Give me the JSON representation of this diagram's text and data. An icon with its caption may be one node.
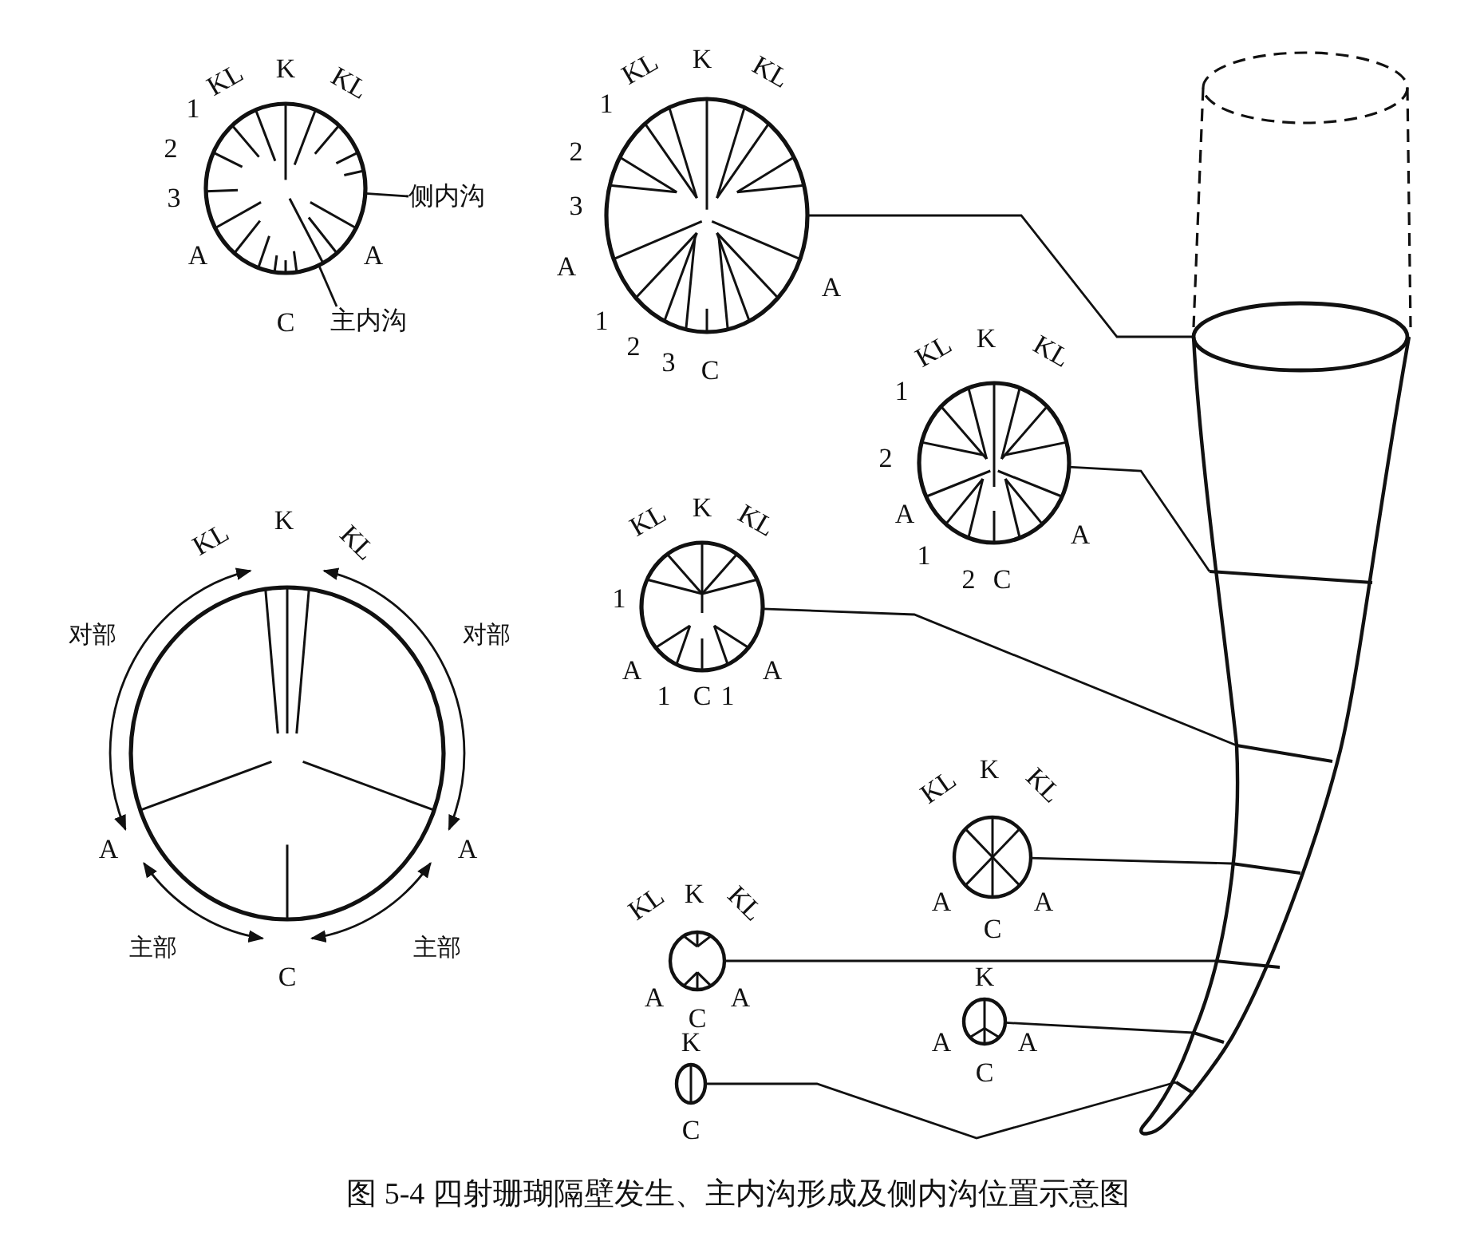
{
  "diagram": {
    "caption": "图 5-4 四射珊瑚隔壁发生、主内沟形成及侧内沟位置示意图",
    "nodes": [
      {
        "text": [],
        "shape": "circle",
        "beside": [
          "KL",
          "K",
          "KL",
          "1",
          "2",
          "3",
          "A",
          "A",
          "C"
        ]
      },
      {
        "text": [
          "侧内沟"
        ]
      },
      {
        "text": [
          "主内沟"
        ]
      },
      {
        "text": [],
        "shape": "circle",
        "beside": [
          "1",
          "KL",
          "K",
          "KL",
          "2",
          "3",
          "A",
          "A",
          "1",
          "2",
          "3",
          "C"
        ]
      },
      {
        "text": [],
        "shape": "circle",
        "beside": [
          "KL",
          "K",
          "KL",
          "1",
          "2",
          "A",
          "A",
          "1",
          "2",
          "C"
        ]
      },
      {
        "text": [],
        "shape": "circle",
        "beside": [
          "KL",
          "K",
          "KL",
          "1",
          "A",
          "A",
          "1",
          "C",
          "1"
        ]
      },
      {
        "text": [],
        "shape": "circle",
        "beside": [
          "KL",
          "K",
          "KL",
          "对部",
          "对部",
          "A",
          "A",
          "主部",
          "主部",
          "C"
        ]
      },
      {
        "text": [],
        "shape": "circle",
        "beside": [
          "KL",
          "K",
          "KL",
          "A",
          "A",
          "C"
        ]
      },
      {
        "text": [],
        "shape": "circle",
        "beside": [
          "KL",
          "K",
          "KL",
          "A",
          "A",
          "C"
        ]
      },
      {
        "text": [],
        "shape": "circle",
        "beside": [
          "K",
          "A",
          "A",
          "C"
        ]
      },
      {
        "text": [],
        "shape": "circle",
        "beside": [
          "K",
          "C"
        ]
      },
      {
        "text": [],
        "shape": "ellipse"
      },
      {
        "text": [],
        "shape": "line"
      },
      {
        "text": [],
        "shape": "line"
      },
      {
        "text": [],
        "shape": "line"
      },
      {
        "text": [],
        "shape": "line"
      },
      {
        "text": [],
        "shape": "line"
      },
      {
        "text": [],
        "shape": "line"
      }
    ],
    "edges": [
      {
        "from": 1,
        "to": 0,
        "arrow": "none"
      },
      {
        "from": 2,
        "to": 0,
        "arrow": "none"
      },
      {
        "from": 3,
        "to": 11,
        "arrow": "none"
      },
      {
        "from": 4,
        "to": 12,
        "arrow": "none"
      },
      {
        "from": 5,
        "to": 13,
        "arrow": "none"
      },
      {
        "from": 7,
        "to": 14,
        "arrow": "none"
      },
      {
        "from": 8,
        "to": 15,
        "arrow": "none"
      },
      {
        "from": 9,
        "to": 16,
        "arrow": "none"
      },
      {
        "from": 10,
        "to": 17,
        "arrow": "none"
      }
    ]
  }
}
